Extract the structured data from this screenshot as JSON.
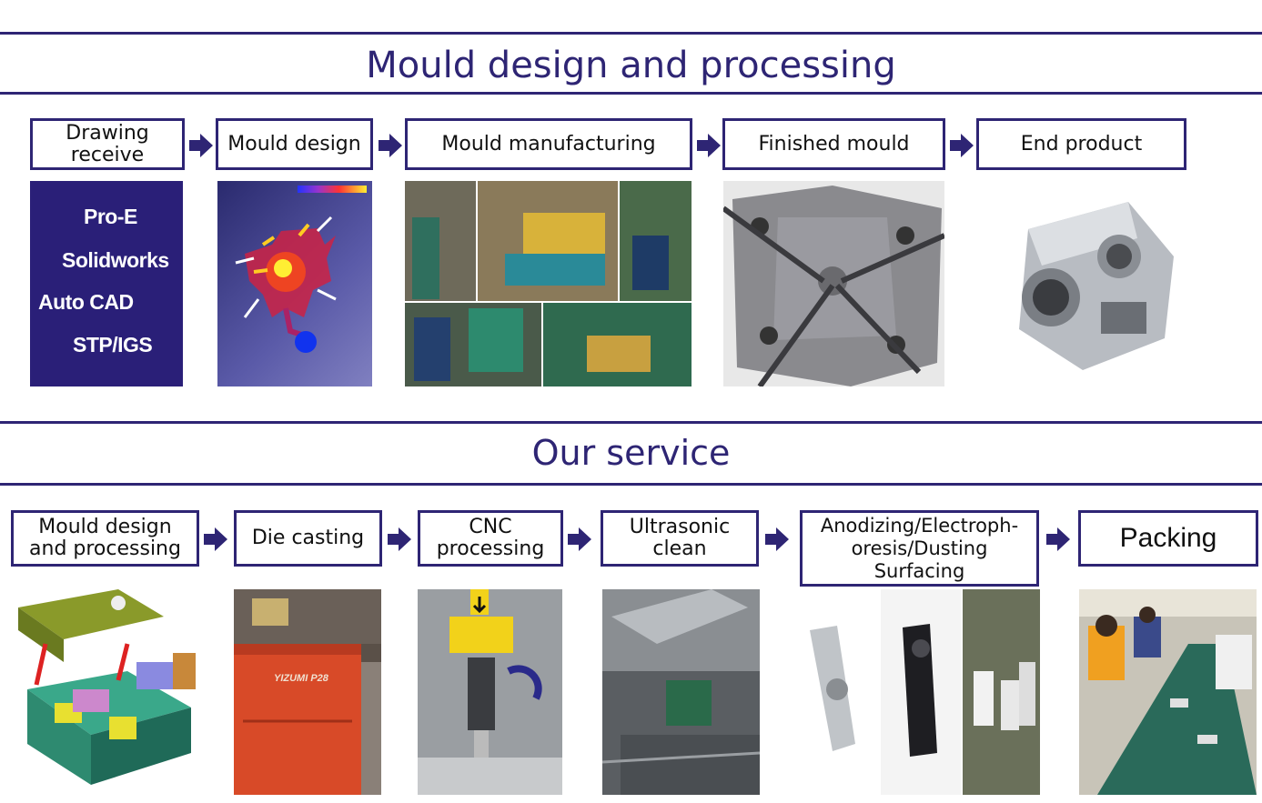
{
  "top_section": {
    "title": "Mould design and processing",
    "steps": [
      {
        "label": "Drawing\nreceive"
      },
      {
        "label": "Mould design"
      },
      {
        "label": "Mould manufacturing"
      },
      {
        "label": "Finished mould"
      },
      {
        "label": "End product"
      }
    ],
    "software_list": [
      "Pro-E",
      "Solidworks",
      "Auto CAD",
      "STP/IGS"
    ]
  },
  "bottom_section": {
    "title": "Our service",
    "steps": [
      {
        "label": "Mould design\nand processing"
      },
      {
        "label": "Die casting"
      },
      {
        "label": "CNC\nprocessing"
      },
      {
        "label": "Ultrasonic\nclean"
      },
      {
        "label": "Anodizing/Electroph-\noresis/Dusting\nSurfacing"
      },
      {
        "label": "Packing"
      }
    ],
    "machine_label": "YIZUMI P28"
  },
  "colors": {
    "accent": "#2e2574",
    "panel_bg": "#2a1f78"
  }
}
